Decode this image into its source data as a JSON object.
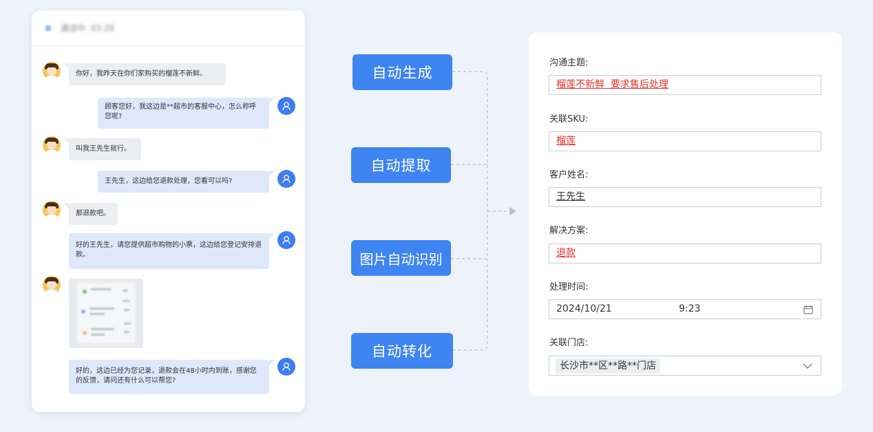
{
  "chat": {
    "status_text": "通话中: 03:26",
    "messages": [
      {
        "from": "customer",
        "text": "你好，我昨天在你们家购买的榴莲不新鲜。"
      },
      {
        "from": "agent",
        "text": "顾客您好，我这边是**超市的客服中心，怎么称呼您呢?"
      },
      {
        "from": "customer",
        "text": "叫我王先生就行。"
      },
      {
        "from": "agent",
        "text": "王先生，这边给您退款处理，您看可以吗?"
      },
      {
        "from": "customer",
        "text": "那退款吧。"
      },
      {
        "from": "agent",
        "text": "好的王先生，请您提供超市购物的小票，这边给您登记安排退款。"
      },
      {
        "from": "customer",
        "type": "image"
      },
      {
        "from": "agent",
        "text": "好的，这边已经为您记录，退款会在48小时内到账，感谢您的反馈，请问还有什么可以帮您?"
      }
    ]
  },
  "features": [
    {
      "label": "自动生成"
    },
    {
      "label": "自动提取"
    },
    {
      "label": "图片自动识别"
    },
    {
      "label": "自动转化"
    }
  ],
  "form": {
    "topic_label": "沟通主题:",
    "topic_value": "榴莲不新鲜  要求售后处理",
    "sku_label": "关联SKU:",
    "sku_value": "榴莲",
    "name_label": "客户姓名:",
    "name_value": "王先生",
    "solution_label": "解决方案:",
    "solution_value": "退款",
    "time_label": "处理时间:",
    "date_value": "2024/10/21",
    "time_value": "9:23",
    "store_label": "关联门店:",
    "store_value": "长沙市**区**路**门店"
  },
  "colors": {
    "accent": "#3f85f2",
    "highlight_red": "#e3322c",
    "agent_bubble": "#dde9fb",
    "customer_bubble": "#eceef1",
    "background": "#eef3fb"
  }
}
